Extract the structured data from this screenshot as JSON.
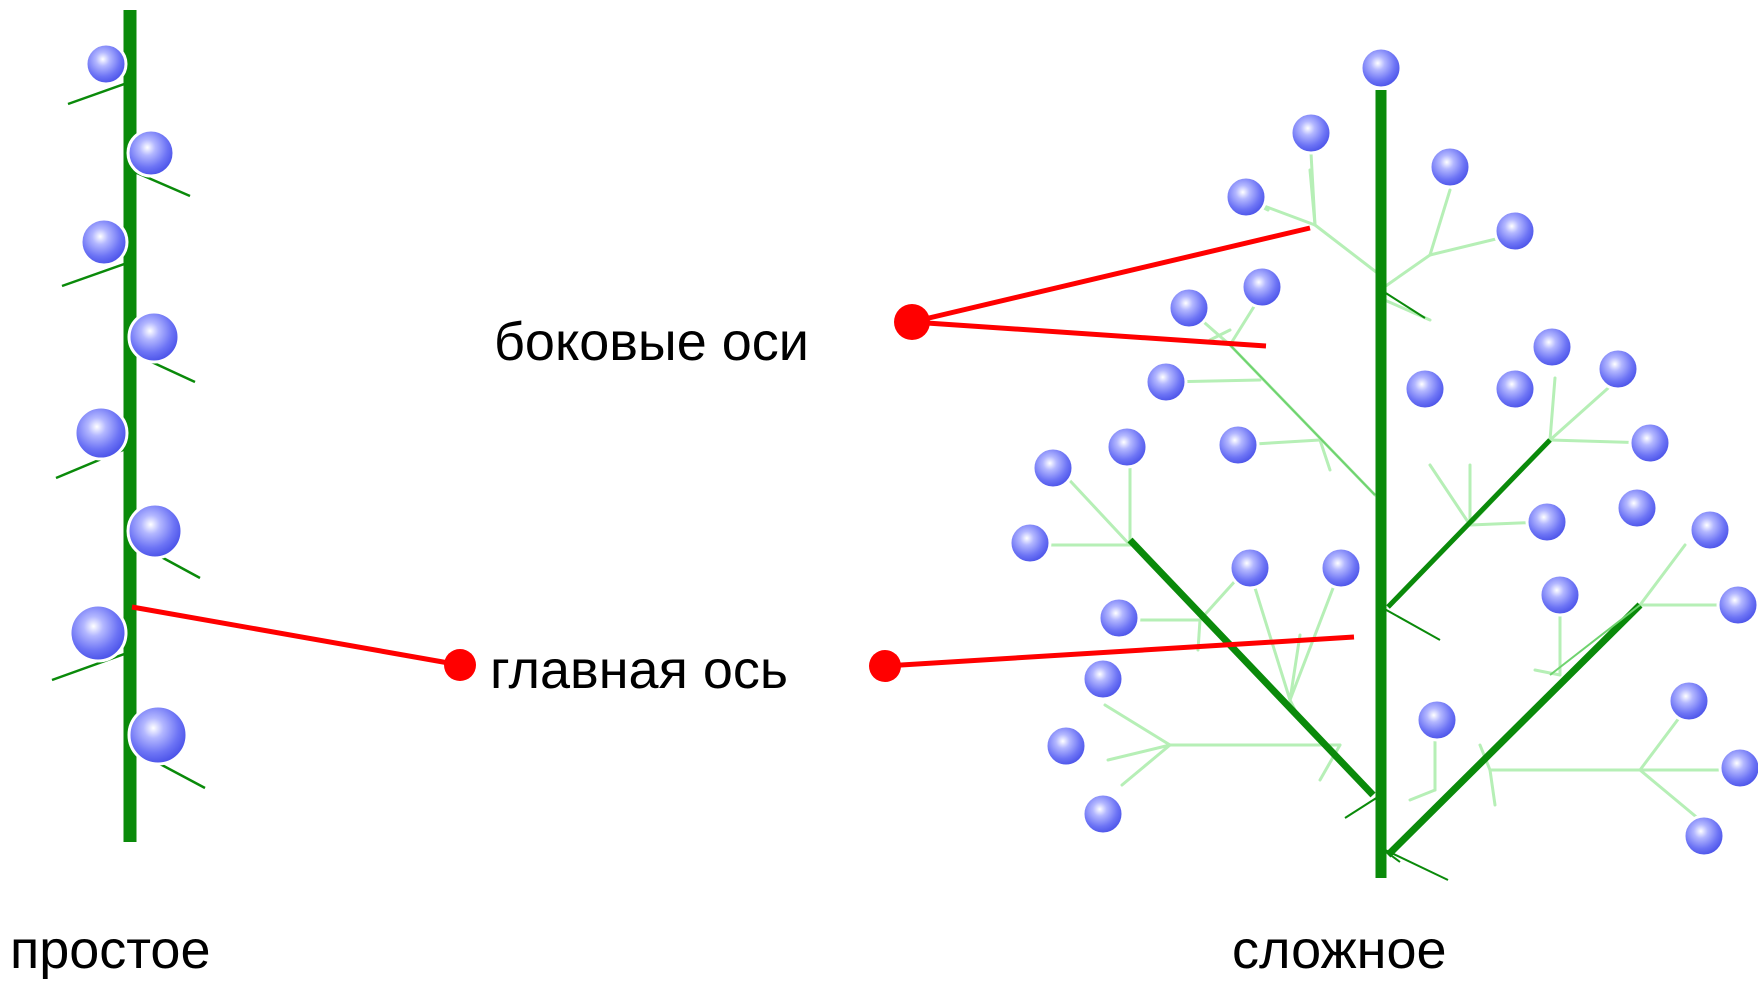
{
  "labels": {
    "lateral_axes": "боковые оси",
    "main_axis": "главная ось",
    "simple": "простое",
    "compound": "сложное"
  },
  "colors": {
    "main_stem": "#0a8a0a",
    "side_stem": "#b6efb6",
    "flower": "#6d74f5",
    "pointer": "#ff0000",
    "text": "#000000"
  }
}
